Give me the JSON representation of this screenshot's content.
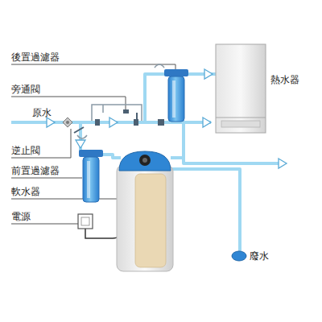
{
  "diagram": {
    "labels": [
      "後置過濾器",
      "旁通閥",
      "原水",
      "逆止閥",
      "前置過濾器",
      "軟水器",
      "電源",
      "熱水器",
      "廢水"
    ]
  }
}
